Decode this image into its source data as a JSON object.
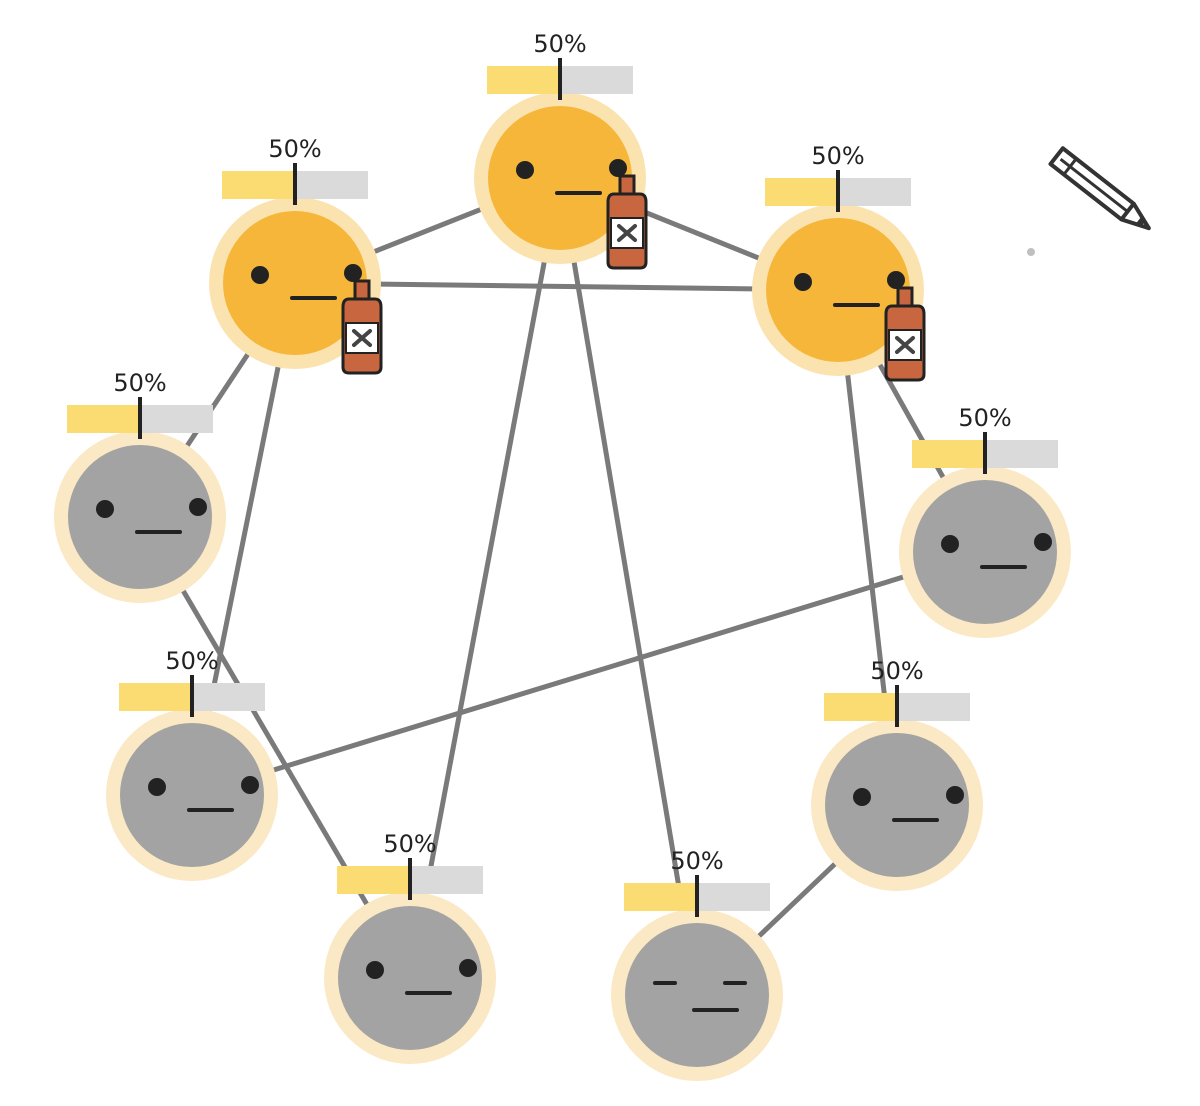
{
  "colors": {
    "background": "#ffffff",
    "edge": "#7a7a7a",
    "infected_face": "#f6b63a",
    "infected_glow": "#fbe3b0",
    "healthy_face": "#a3a3a3",
    "healthy_glow": "#fbe8c4",
    "meter_fill": "#fbdc72",
    "meter_track": "#dadada",
    "meter_needle": "#222222",
    "eye": "#222222",
    "bottle_body": "#c8673f",
    "bottle_label": "#ffffff",
    "pencil": "#333333"
  },
  "toolbar": {
    "pencil_tool": "pencil-icon"
  },
  "people": [
    {
      "id": "p1",
      "state": "infected",
      "meter_label": "50%",
      "meter_value": 0.5,
      "item_icon": "poison-bottle-icon",
      "expression": "neutral"
    },
    {
      "id": "p2",
      "state": "infected",
      "meter_label": "50%",
      "meter_value": 0.5,
      "item_icon": "poison-bottle-icon",
      "expression": "neutral"
    },
    {
      "id": "p3",
      "state": "infected",
      "meter_label": "50%",
      "meter_value": 0.5,
      "item_icon": "poison-bottle-icon",
      "expression": "neutral"
    },
    {
      "id": "p4",
      "state": "healthy",
      "meter_label": "50%",
      "meter_value": 0.5,
      "item_icon": "",
      "expression": "neutral"
    },
    {
      "id": "p5",
      "state": "healthy",
      "meter_label": "50%",
      "meter_value": 0.5,
      "item_icon": "",
      "expression": "neutral"
    },
    {
      "id": "p6",
      "state": "healthy",
      "meter_label": "50%",
      "meter_value": 0.5,
      "item_icon": "",
      "expression": "neutral"
    },
    {
      "id": "p7",
      "state": "healthy",
      "meter_label": "50%",
      "meter_value": 0.5,
      "item_icon": "",
      "expression": "neutral"
    },
    {
      "id": "p8",
      "state": "healthy",
      "meter_label": "50%",
      "meter_value": 0.5,
      "item_icon": "",
      "expression": "neutral"
    },
    {
      "id": "p9",
      "state": "healthy",
      "meter_label": "50%",
      "meter_value": 0.5,
      "item_icon": "",
      "expression": "sleepy"
    }
  ],
  "connections": [
    [
      "p1",
      "p2"
    ],
    [
      "p1",
      "p3"
    ],
    [
      "p2",
      "p3"
    ],
    [
      "p1",
      "p8"
    ],
    [
      "p1",
      "p9"
    ],
    [
      "p2",
      "p4"
    ],
    [
      "p2",
      "p6"
    ],
    [
      "p3",
      "p5"
    ],
    [
      "p3",
      "p7"
    ],
    [
      "p4",
      "p8"
    ],
    [
      "p5",
      "p6"
    ],
    [
      "p7",
      "p9"
    ]
  ]
}
